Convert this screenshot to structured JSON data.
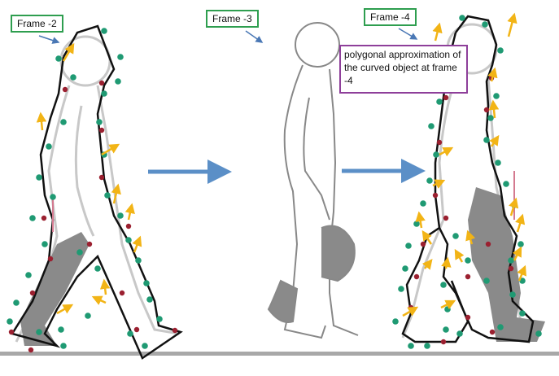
{
  "labels": {
    "frame_2": "Frame -2",
    "frame_3": "Frame -3",
    "frame_4": "Frame -4",
    "polygon_note": "polygonal approximation of the curved object at frame -4"
  },
  "colors": {
    "label_border": "#2e9e4f",
    "note_border": "#8e3f9a",
    "motion_arrow": "#f2b416",
    "pointer_arrow": "#4a78b5",
    "frame_arrow": "#5b8fc7",
    "dot_green": "#1f9a73",
    "dot_red": "#9b2030",
    "polygon": "#111111",
    "silhouette_fill": "#8a8a8a",
    "ground": "#9a9a9a"
  },
  "icons": {
    "frame_transition": "right-arrow-icon",
    "motion_vector": "yellow-arrow-icon",
    "feature_point": "dot-icon"
  }
}
